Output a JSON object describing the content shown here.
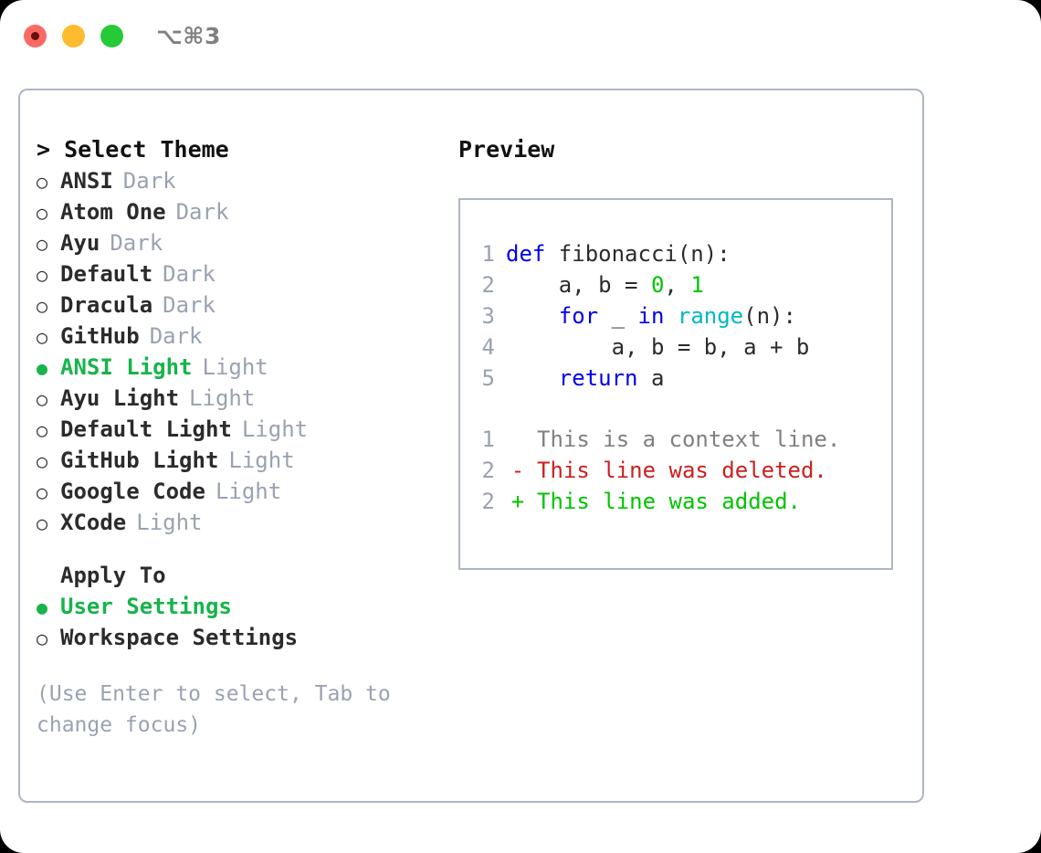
{
  "window": {
    "shortcut_label": "⌥⌘3",
    "traffic_lights": [
      {
        "name": "close",
        "color": "#fb6a63"
      },
      {
        "name": "minimize",
        "color": "#fcbc2e"
      },
      {
        "name": "zoom",
        "color": "#26ca38"
      }
    ]
  },
  "left": {
    "title": "> Select Theme",
    "themes": [
      {
        "bullet": "○",
        "name": "ANSI",
        "kind": "Dark",
        "selected": false
      },
      {
        "bullet": "○",
        "name": "Atom One",
        "kind": "Dark",
        "selected": false
      },
      {
        "bullet": "○",
        "name": "Ayu",
        "kind": "Dark",
        "selected": false
      },
      {
        "bullet": "○",
        "name": "Default",
        "kind": "Dark",
        "selected": false
      },
      {
        "bullet": "○",
        "name": "Dracula",
        "kind": "Dark",
        "selected": false
      },
      {
        "bullet": "○",
        "name": "GitHub",
        "kind": "Dark",
        "selected": false
      },
      {
        "bullet": "●",
        "name": "ANSI Light",
        "kind": "Light",
        "selected": true
      },
      {
        "bullet": "○",
        "name": "Ayu Light",
        "kind": "Light",
        "selected": false
      },
      {
        "bullet": "○",
        "name": "Default Light",
        "kind": "Light",
        "selected": false
      },
      {
        "bullet": "○",
        "name": "GitHub Light",
        "kind": "Light",
        "selected": false
      },
      {
        "bullet": "○",
        "name": "Google Code",
        "kind": "Light",
        "selected": false
      },
      {
        "bullet": "○",
        "name": "XCode",
        "kind": "Light",
        "selected": false
      }
    ],
    "apply_to": {
      "title": "Apply To",
      "options": [
        {
          "bullet": "●",
          "name": "User Settings",
          "selected": true
        },
        {
          "bullet": "○",
          "name": "Workspace Settings",
          "selected": false
        }
      ]
    },
    "hint": "(Use Enter to select, Tab to change focus)"
  },
  "right": {
    "title": "Preview",
    "code": [
      {
        "no": "1",
        "tokens": [
          {
            "t": "def",
            "c": "kw"
          },
          {
            "t": " fibonacci(n):",
            "c": "plain"
          }
        ]
      },
      {
        "no": "2",
        "tokens": [
          {
            "t": "    a, b = ",
            "c": "plain"
          },
          {
            "t": "0",
            "c": "num"
          },
          {
            "t": ", ",
            "c": "plain"
          },
          {
            "t": "1",
            "c": "num"
          }
        ]
      },
      {
        "no": "3",
        "tokens": [
          {
            "t": "    ",
            "c": "plain"
          },
          {
            "t": "for",
            "c": "kw"
          },
          {
            "t": " _ ",
            "c": "plain"
          },
          {
            "t": "in",
            "c": "kw"
          },
          {
            "t": " ",
            "c": "plain"
          },
          {
            "t": "range",
            "c": "fn"
          },
          {
            "t": "(n):",
            "c": "plain"
          }
        ]
      },
      {
        "no": "4",
        "tokens": [
          {
            "t": "        a, b = b, a + b",
            "c": "plain"
          }
        ]
      },
      {
        "no": "5",
        "tokens": [
          {
            "t": "    ",
            "c": "plain"
          },
          {
            "t": "return",
            "c": "kw"
          },
          {
            "t": " a",
            "c": "plain"
          }
        ]
      }
    ],
    "diff": [
      {
        "no": "1",
        "sign": " ",
        "text": "This is a context line.",
        "type": "ctx"
      },
      {
        "no": "2",
        "sign": "-",
        "text": "This line was deleted.",
        "type": "del"
      },
      {
        "no": "2",
        "sign": "+",
        "text": "This line was added.",
        "type": "add"
      }
    ]
  },
  "colors": {
    "accent_green": "#16b44a",
    "muted": "#9aa2b1",
    "border": "#aeb6c4",
    "keyword": "#0000ee",
    "function": "#00b8c4",
    "number": "#00c400",
    "diff_add": "#00c400",
    "diff_del": "#cc1f1f",
    "diff_ctx": "#808080"
  }
}
